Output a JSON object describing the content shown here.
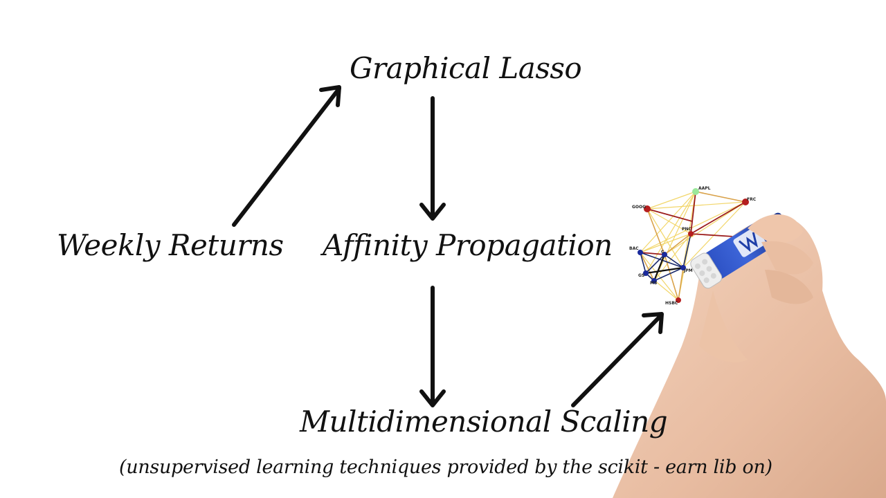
{
  "diagram": {
    "nodes": {
      "graphical_lasso": "Graphical Lasso",
      "weekly_returns": "Weekly Returns",
      "affinity_propagation": "Affinity Propagation",
      "multidimensional_scaling": "Multidimensional Scaling"
    },
    "caption": "(unsupervised learning techniques provided by the scikit - earn lib                  on)",
    "network": {
      "nodes": [
        {
          "id": "AAPL",
          "label": "AAPL",
          "color": "#9be89b"
        },
        {
          "id": "FRC",
          "label": "FRC",
          "color": "#b51e1e"
        },
        {
          "id": "GOOG",
          "label": "GOOG",
          "color": "#b51e1e"
        },
        {
          "id": "PNC",
          "label": "PNC",
          "color": "#b51e1e"
        },
        {
          "id": "BAC",
          "label": "BAC",
          "color": "#1a2a9c"
        },
        {
          "id": "C",
          "label": "C",
          "color": "#1a2a9c"
        },
        {
          "id": "GS",
          "label": "GS",
          "color": "#1a2a9c"
        },
        {
          "id": "JPM",
          "label": "JPM",
          "color": "#1a2a9c"
        },
        {
          "id": "MS",
          "label": "MS",
          "color": "#1a2a9c"
        },
        {
          "id": "HSBC",
          "label": "HSBC",
          "color": "#b51e1e"
        }
      ]
    }
  },
  "colors": {
    "ink": "#111111",
    "edge_weak": "#f2d66a",
    "edge_mid": "#d9a24a",
    "edge_strong": "#9b1c1c",
    "marker_body": "#1f3fa8"
  }
}
